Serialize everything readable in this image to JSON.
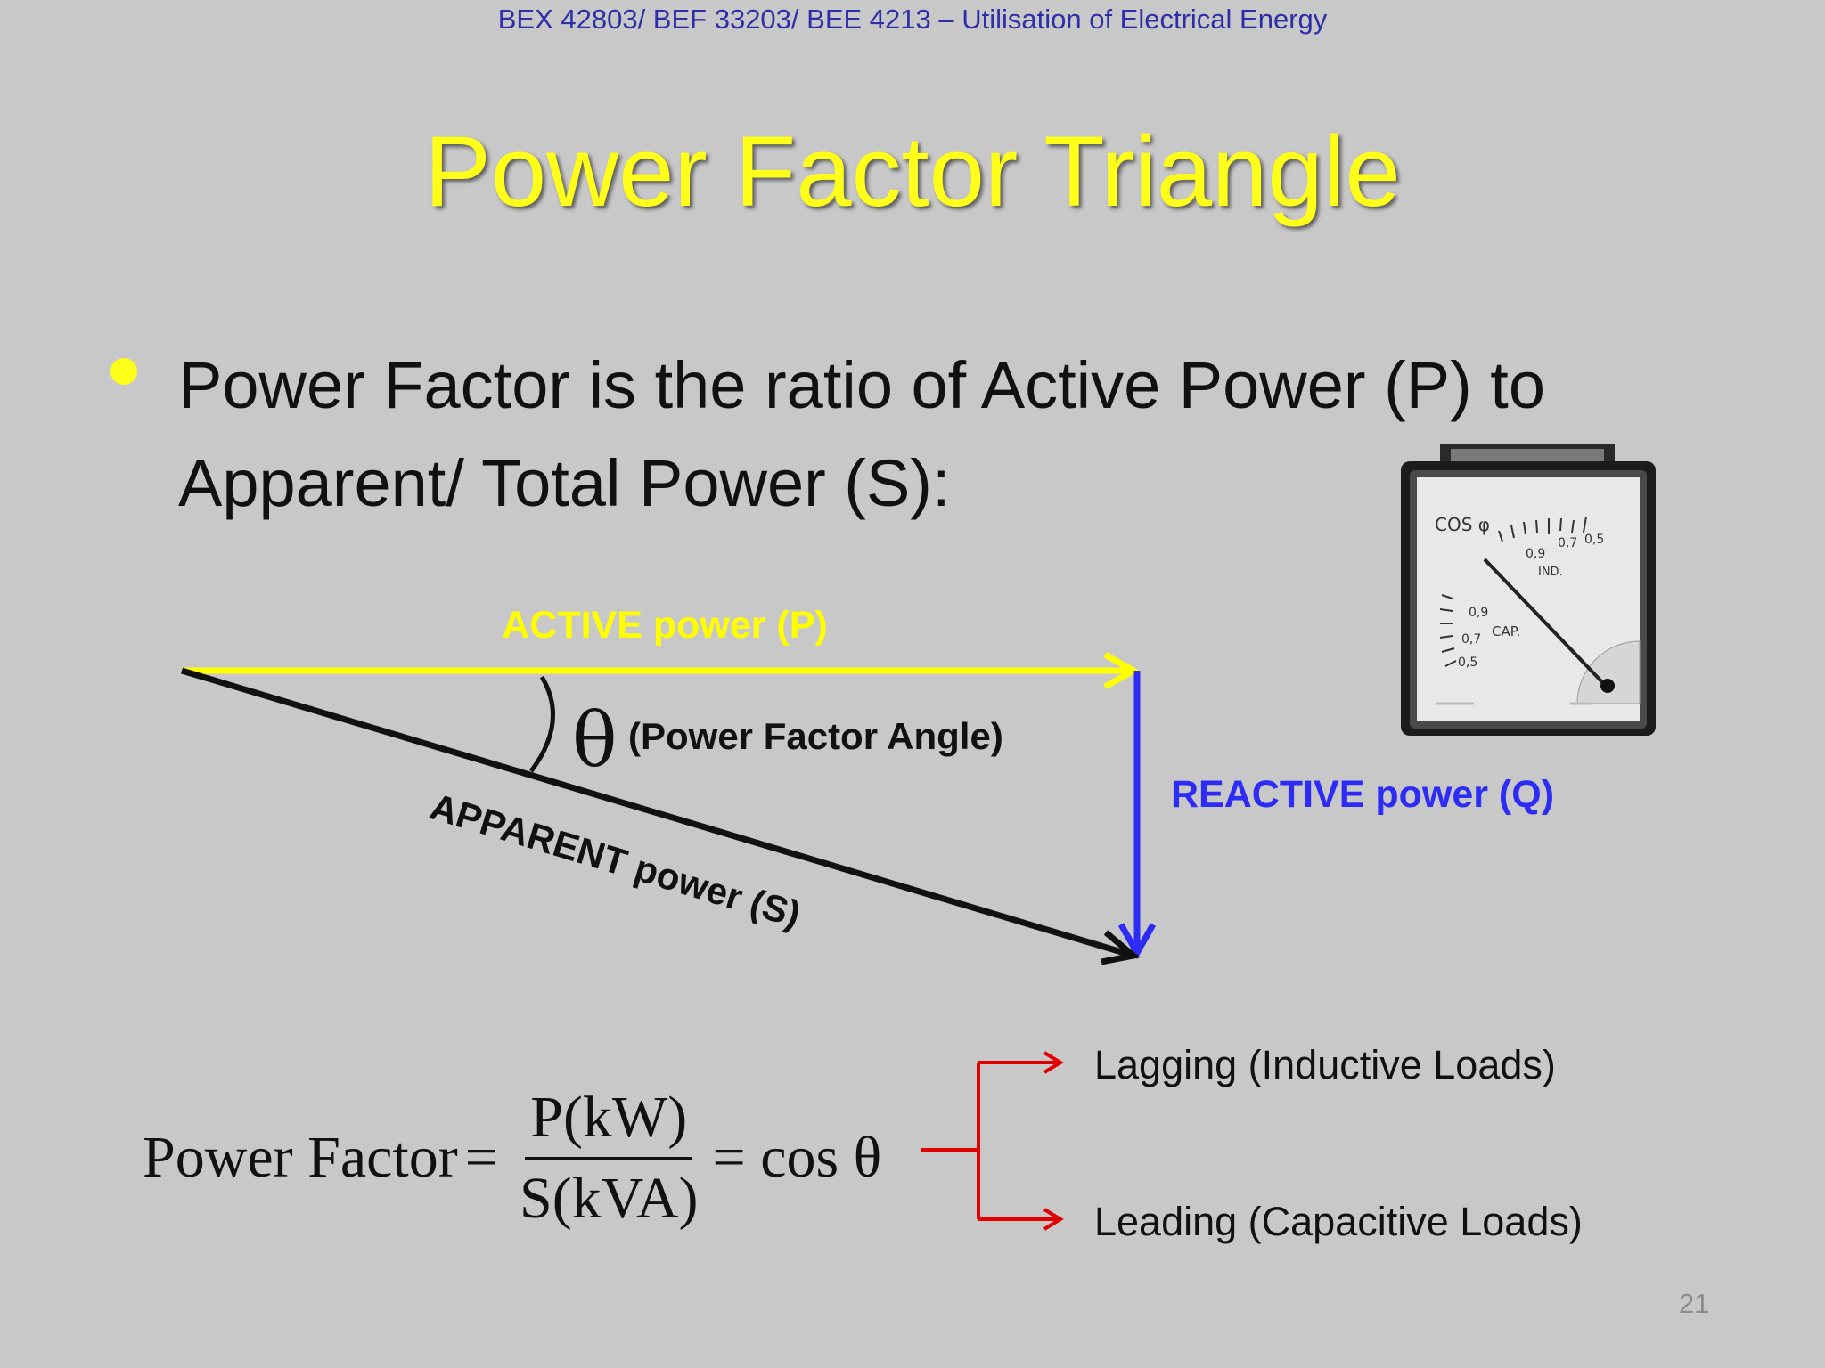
{
  "header": "BEX 42803/ BEF 33203/ BEE 4213 – Utilisation of Electrical Energy",
  "title": "Power Factor Triangle",
  "bullet": {
    "line1": "Power Factor is the ratio of Active Power (P) to",
    "line2": "Apparent/ Total Power (S):"
  },
  "diagram": {
    "active_label": "ACTIVE power (P)",
    "reactive_label": "REACTIVE power (Q)",
    "apparent_label": "APPARENT power (S)",
    "theta": "θ",
    "angle_label": "(Power Factor Angle)",
    "colors": {
      "active": "#ffff00",
      "reactive": "#2c2cf5",
      "apparent": "#111111",
      "branch": "#e00000"
    }
  },
  "meter": {
    "scale_label": "COS φ",
    "ind_label": "IND.",
    "cap_label": "CAP.",
    "ticks_ind": [
      "0,9",
      "0,7",
      "0,5"
    ],
    "ticks_cap": [
      "0,9",
      "0,7",
      "0,5"
    ]
  },
  "formula": {
    "lhs": "Power Factor",
    "eq": "=",
    "numerator": "P(kW)",
    "denominator": "S(kVA)",
    "rhs": "= cos θ"
  },
  "branches": {
    "lagging": "Lagging (Inductive Loads)",
    "leading": "Leading (Capacitive Loads)"
  },
  "page_number": "21"
}
